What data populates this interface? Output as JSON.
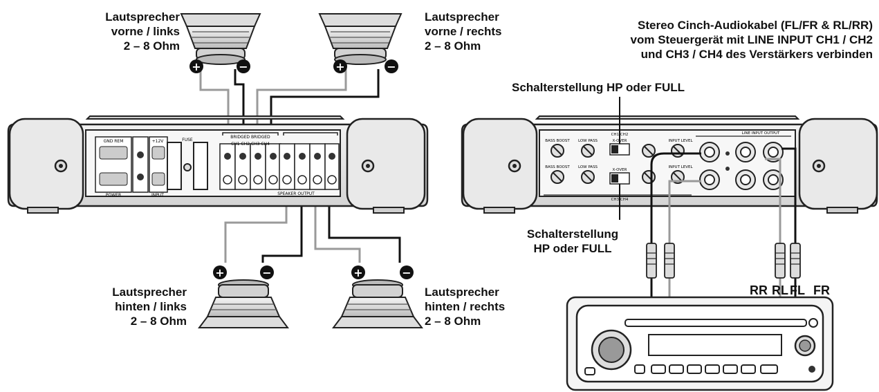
{
  "speakers": {
    "front_left": {
      "lines": [
        "Lautsprecher",
        "vorne / links",
        "2 – 8 Ohm"
      ]
    },
    "front_right": {
      "lines": [
        "Lautsprecher",
        "vorne / rechts",
        "2 – 8 Ohm"
      ]
    },
    "rear_left": {
      "lines": [
        "Lautsprecher",
        "hinten / links",
        "2 – 8 Ohm"
      ]
    },
    "rear_right": {
      "lines": [
        "Lautsprecher",
        "hinten / rechts",
        "2 – 8 Ohm"
      ]
    }
  },
  "instructions": {
    "cinch": {
      "lines": [
        "Stereo Cinch-Audiokabel (FL/FR & RL/RR)",
        "vom Steuergerät mit LINE INPUT CH1 / CH2",
        "und CH3 / CH4 des Verstärkers verbinden"
      ]
    },
    "switch_top": "Schalterstellung HP oder FULL",
    "switch_bottom": {
      "lines": [
        "Schalterstellung",
        "HP oder FULL"
      ]
    }
  },
  "channel_labels": [
    "RR",
    "RL",
    "FL",
    "FR"
  ],
  "polarity": {
    "plus": "+",
    "minus": "−"
  },
  "amp_left_panel": {
    "power_labels": [
      "GND REM",
      "+12V"
    ],
    "section_labels": [
      "POWER",
      "INPUT"
    ],
    "fuse_label": "FUSE",
    "bridged_label": "BRIDGED BRIDGED",
    "channel_label": "CH1 CH2 CH3 CH4",
    "output_label": "SPEAKER OUTPUT"
  },
  "amp_right_panel": {
    "bass_boost": "BASS BOOST",
    "low_pass": "LOW PASS",
    "xover": "X-OVER",
    "input_level": "INPUT LEVEL",
    "line_input": "LINE INPUT",
    "line_output": "LINE INPUT OUTPUT",
    "ch12": "CH1/CH2",
    "ch34": "CH3/CH4"
  },
  "colors": {
    "wire_dark": "#111111",
    "wire_light": "#9a9a9a",
    "body": "#e6e6e6",
    "outline": "#222222"
  }
}
